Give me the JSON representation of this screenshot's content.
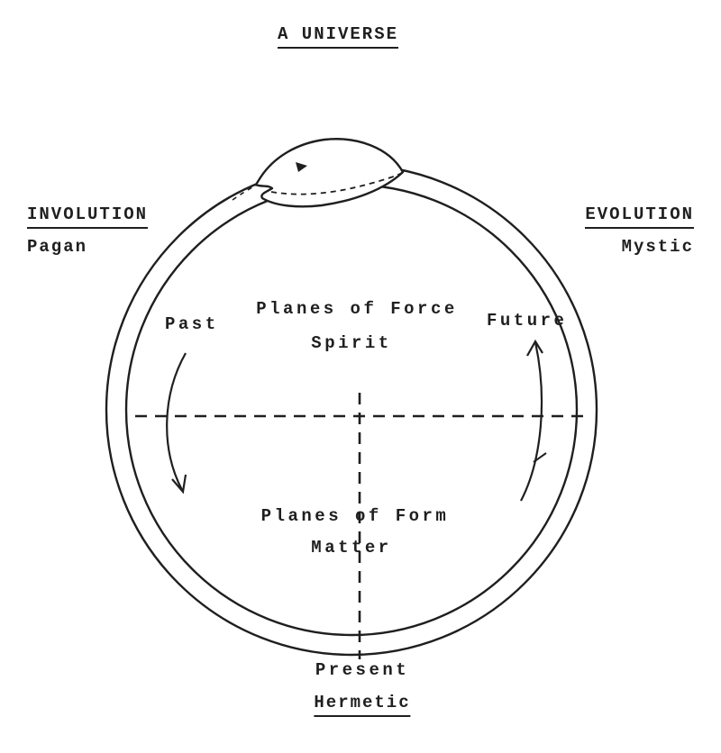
{
  "title": "A UNIVERSE",
  "left": {
    "heading": "INVOLUTION",
    "sub": "Pagan"
  },
  "right": {
    "heading": "EVOLUTION",
    "sub": "Mystic"
  },
  "inner": {
    "top_line1": "Planes of Force",
    "top_line2": "Spirit",
    "past": "Past",
    "future": "Future",
    "bottom_line1": "Planes of Form",
    "bottom_line2": "Matter"
  },
  "bottom": {
    "label": "Present",
    "heading": "Hermetic"
  },
  "icons": {
    "ouroboros": "snake-eating-tail-circle",
    "past_arrow": "curved-arrow-down",
    "future_arrow": "curved-arrow-up"
  },
  "colors": {
    "ink": "#1f1f1f",
    "paper": "#ffffff"
  }
}
